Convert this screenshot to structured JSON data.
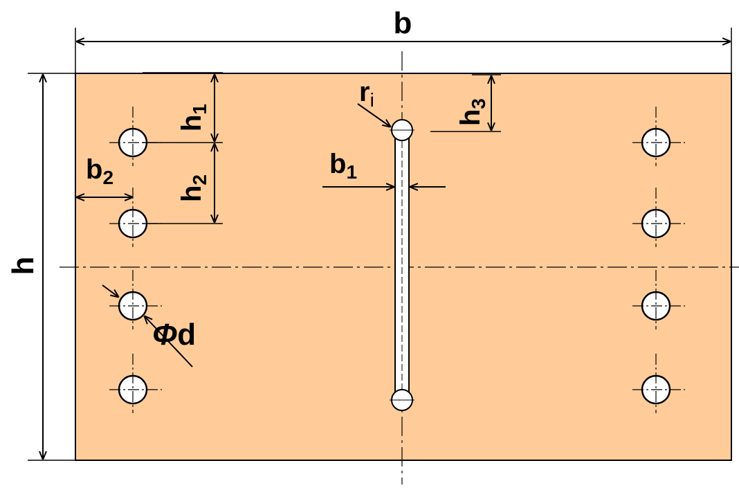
{
  "colors": {
    "plate": "#ffcc99",
    "line": "#000000",
    "hole": "#ffffff"
  },
  "labels": {
    "b": "b",
    "h": "h",
    "b1": "b",
    "b1_sub": "1",
    "b2": "b",
    "b2_sub": "2",
    "h1": "h",
    "h1_sub": "1",
    "h2": "h",
    "h2_sub": "2",
    "h3": "h",
    "h3_sub": "3",
    "ri": "r",
    "ri_sub": "i",
    "phi": "Φ",
    "d": "d"
  },
  "holes": {
    "rows": 4,
    "columns": 2
  }
}
